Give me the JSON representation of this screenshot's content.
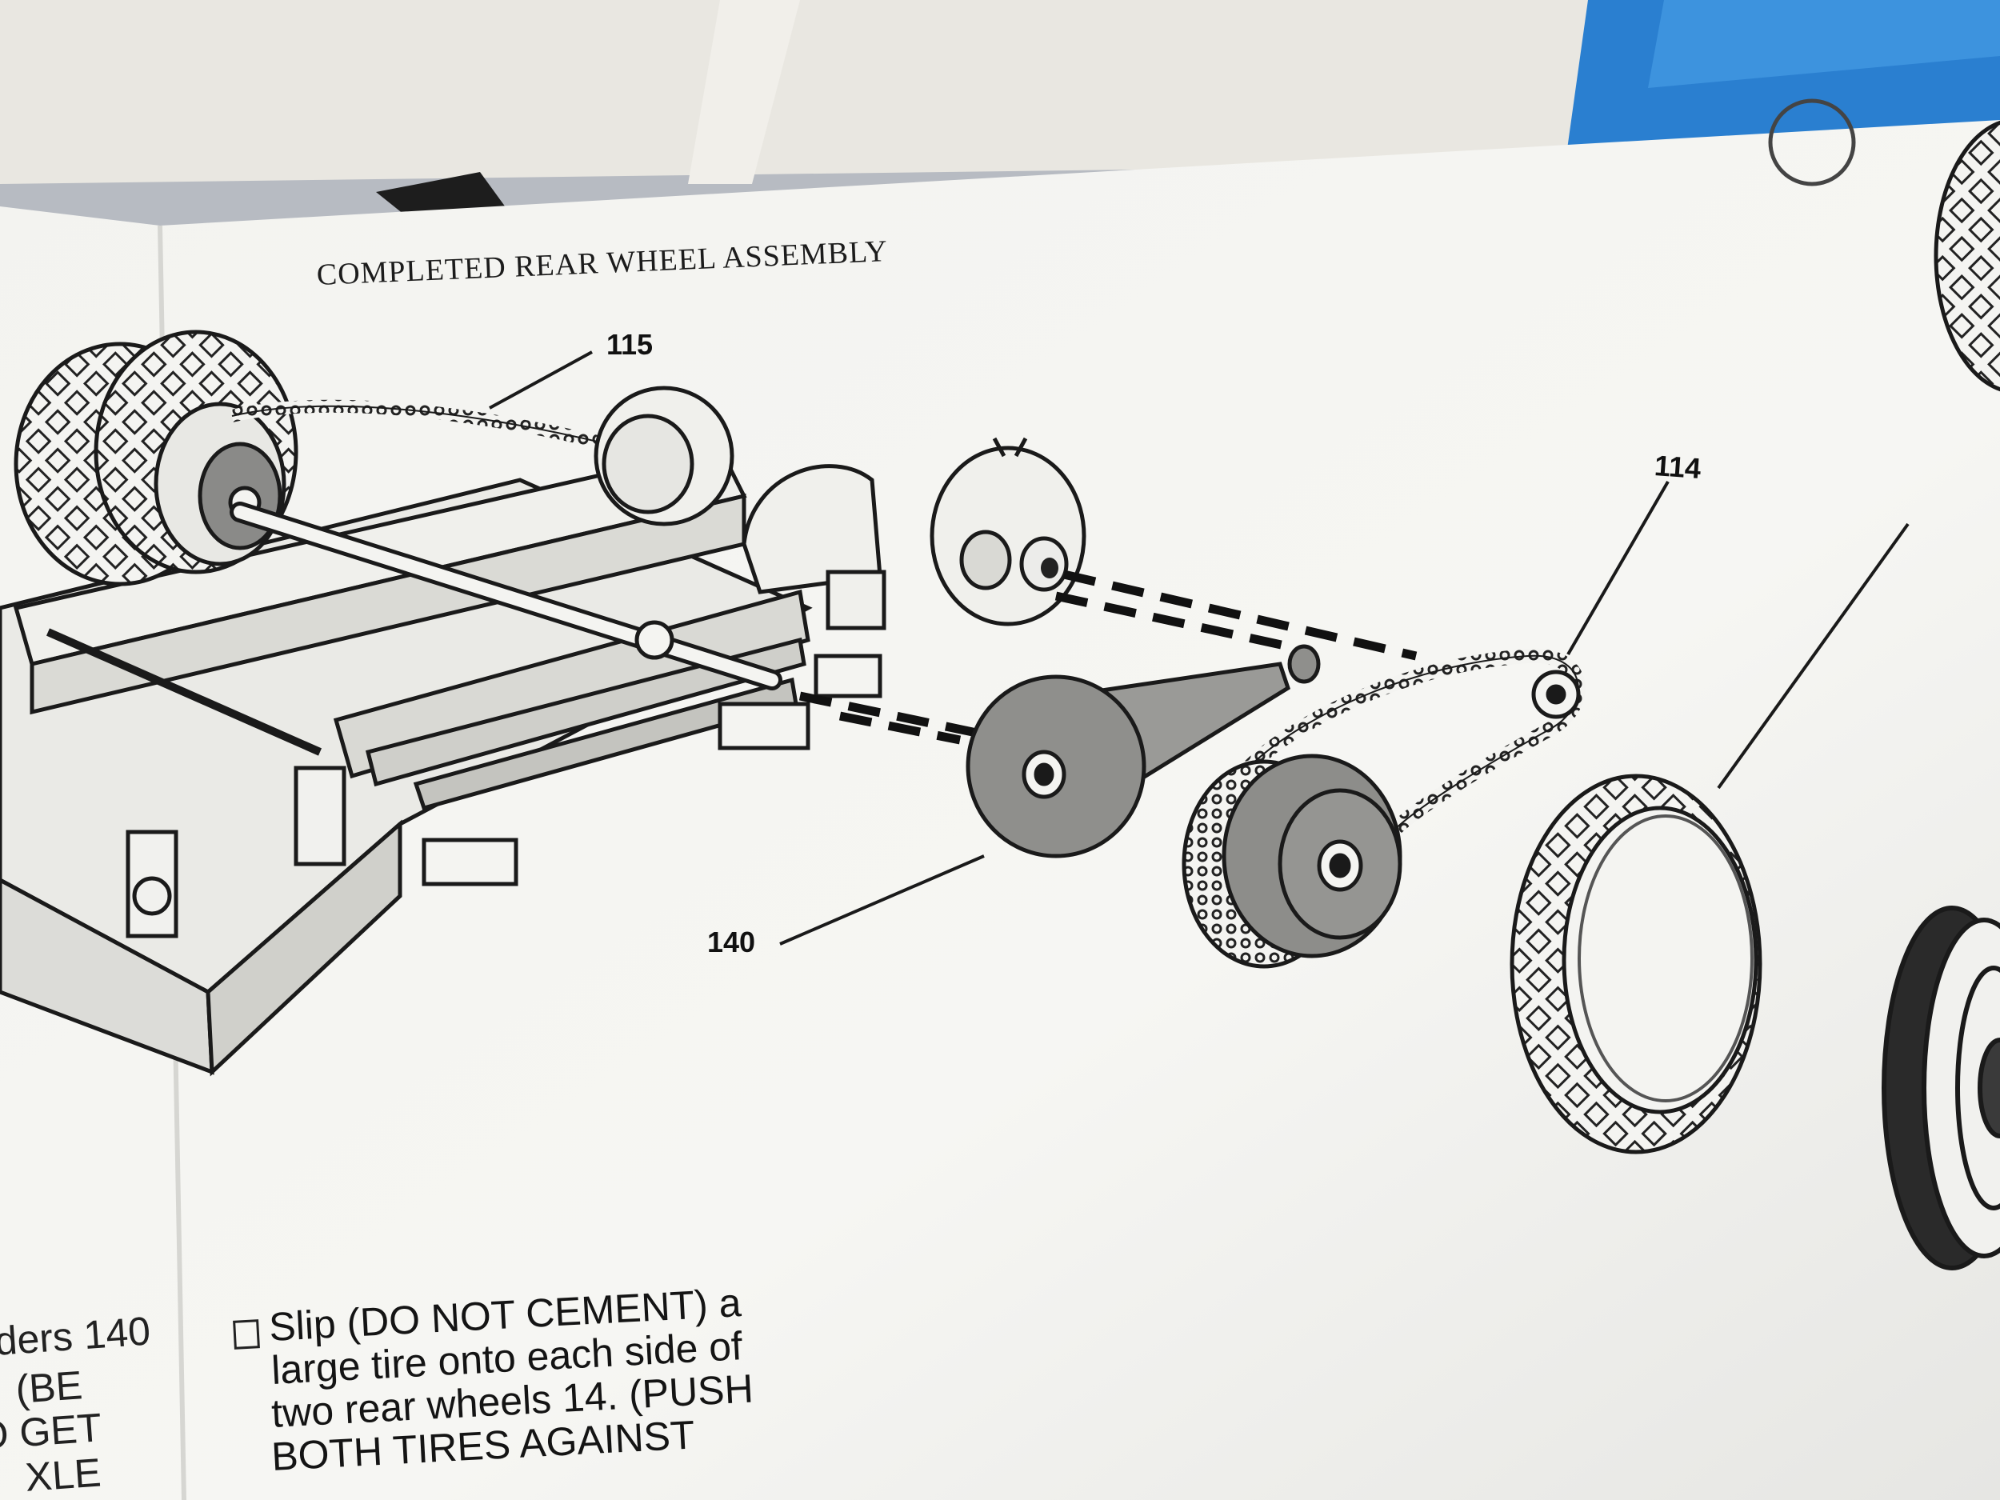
{
  "page": {
    "title": "COMPLETED REAR WHEEL ASSEMBLY",
    "callouts": {
      "part_115": "115",
      "part_114": "114",
      "part_140": "140"
    }
  },
  "instructions": {
    "left_column_partial": [
      "ders 140",
      "(BE",
      "O GET",
      "XLE"
    ],
    "step_lines": [
      "Slip (DO NOT CEMENT) a",
      "large tire onto each side of",
      "two rear wheels 14. (PUSH",
      "BOTH TIRES AGAINST"
    ]
  },
  "colors": {
    "paper": "#f4f4f1",
    "ink": "#1a1a1a",
    "backdrop_gray": "#b9bcc3",
    "box_white": "#ecebe6",
    "blue_corner": "#2a7fd0"
  }
}
